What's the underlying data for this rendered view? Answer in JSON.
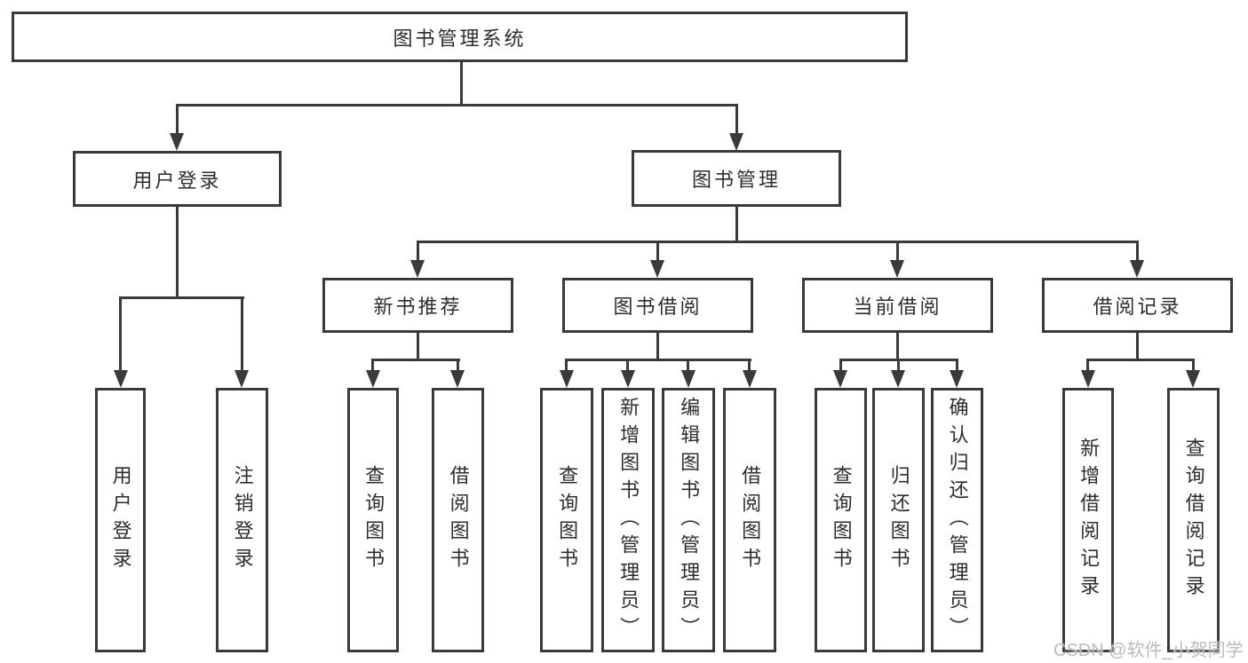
{
  "tree": {
    "label": "图书管理系统",
    "children": [
      {
        "label": "用户登录",
        "children": [
          {
            "label": "用户登录"
          },
          {
            "label": "注销登录"
          }
        ]
      },
      {
        "label": "图书管理",
        "children": [
          {
            "label": "新书推荐",
            "children": [
              {
                "label": "查询图书"
              },
              {
                "label": "借阅图书"
              }
            ]
          },
          {
            "label": "图书借阅",
            "children": [
              {
                "label": "查询图书"
              },
              {
                "label": "新增图书（管理员）"
              },
              {
                "label": "编辑图书（管理员）"
              },
              {
                "label": "借阅图书"
              }
            ]
          },
          {
            "label": "当前借阅",
            "children": [
              {
                "label": "查询图书"
              },
              {
                "label": "归还图书"
              },
              {
                "label": "确认归还（管理员）"
              }
            ]
          },
          {
            "label": "借阅记录",
            "children": [
              {
                "label": "新增借阅记录"
              },
              {
                "label": "查询借阅记录"
              }
            ]
          }
        ]
      }
    ]
  },
  "watermark": "CSDN @软件_小贺同学",
  "colors": {
    "line": "#3a3a3a",
    "text": "#2d2d2d",
    "background": "#ffffff",
    "watermark": "#b7bcc2"
  }
}
